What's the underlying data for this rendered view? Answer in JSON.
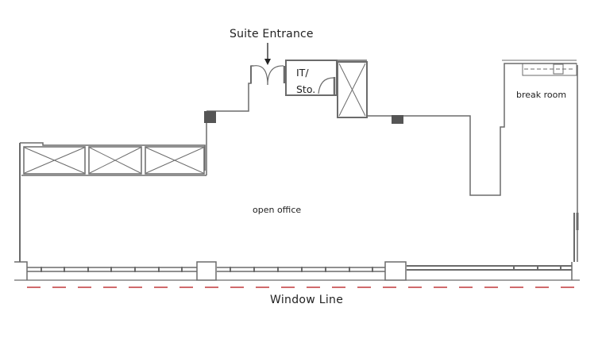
{
  "plan": {
    "labels": {
      "suite_entrance": "Suite Entrance",
      "it_storage_line1": "IT/",
      "it_storage_line2": "Sto.",
      "break_room": "break room",
      "open_office": "open office",
      "window_line": "Window Line"
    },
    "colors": {
      "wall": "#6b6b6b",
      "column": "#555555",
      "window_line": "#c0393b",
      "text": "#222222"
    }
  }
}
